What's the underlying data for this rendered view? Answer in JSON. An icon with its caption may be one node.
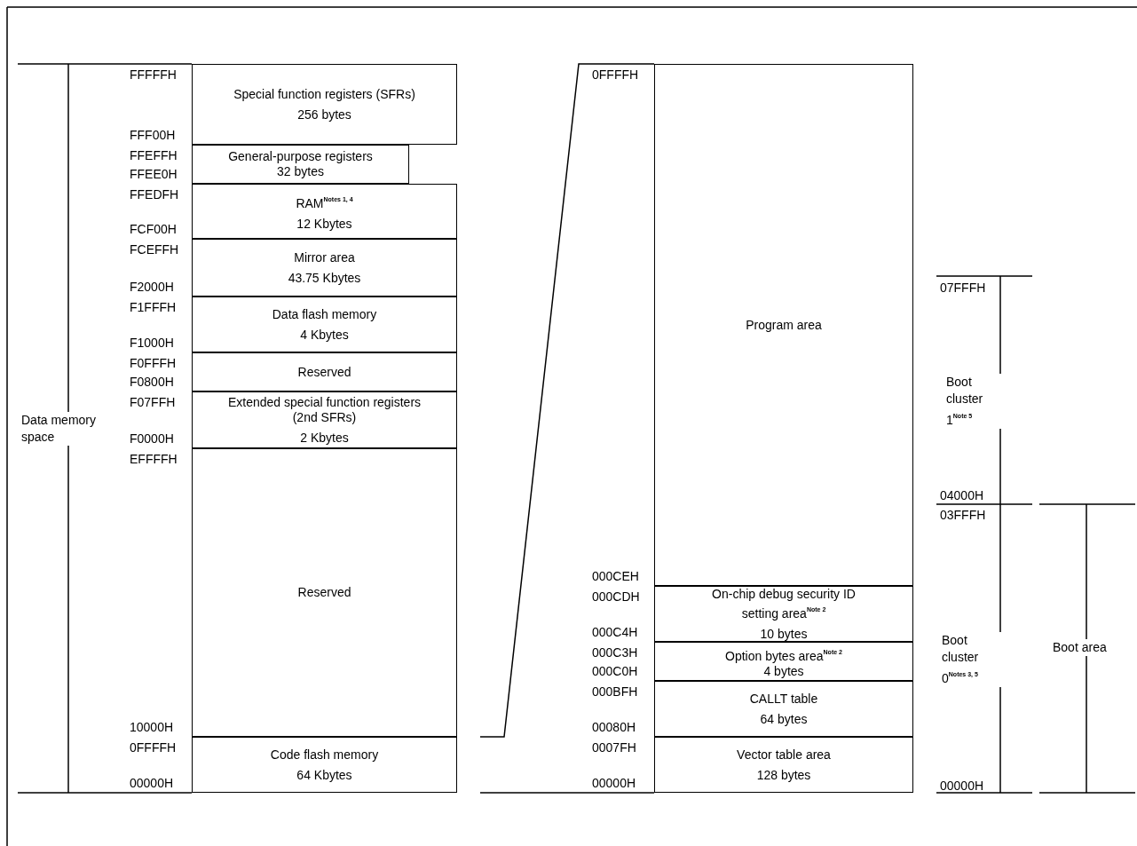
{
  "diagram": {
    "nodes": [
      {
        "text": [
          "Special function registers (SFRs)",
          "256 bytes"
        ],
        "beside": [
          "FFFFFH",
          "FFF00H"
        ]
      },
      {
        "text": [
          "General-purpose registers",
          "32 bytes"
        ],
        "beside": [
          "FFEFFH",
          "FFEE0H"
        ]
      },
      {
        "text": [
          "RAM$^{Notes 1, 4}$",
          "12 Kbytes"
        ],
        "beside": [
          "FFEDFH",
          "FCF00H"
        ]
      },
      {
        "text": [
          "Mirror area",
          "43.75 Kbytes"
        ],
        "beside": [
          "FCEFFH",
          "F2000H"
        ]
      },
      {
        "text": [
          "Data flash memory",
          "4 Kbytes"
        ],
        "beside": [
          "F1FFFH",
          "F1000H"
        ]
      },
      {
        "text": [
          "Reserved"
        ],
        "beside": [
          "F0FFFH",
          "F0800H"
        ]
      },
      {
        "text": [
          "Extended special function registers (2nd SFRs)",
          "2 Kbytes"
        ],
        "beside": [
          "F07FFH",
          "F0000H"
        ]
      },
      {
        "text": [
          "Reserved"
        ],
        "beside": [
          "EFFFFH",
          "10000H"
        ]
      },
      {
        "text": [
          "Code flash memory",
          "64 Kbytes"
        ],
        "beside": [
          "0FFFFH",
          "00000H"
        ]
      },
      {
        "text": [
          "Program area"
        ],
        "beside": [
          "0FFFFH",
          "000CEH"
        ]
      },
      {
        "text": [
          "On-chip debug security ID setting area$^{Note 2}$",
          "10 bytes"
        ],
        "beside": [
          "000CDH",
          "000C4H"
        ]
      },
      {
        "text": [
          "Option bytes area$^{Note 2}$",
          "4 bytes"
        ],
        "beside": [
          "000C3H",
          "000C0H"
        ]
      },
      {
        "text": [
          "CALLT table",
          "64 bytes"
        ],
        "beside": [
          "000BFH",
          "00080H"
        ]
      },
      {
        "text": [
          "Vector table area",
          "128 bytes"
        ],
        "beside": [
          "0007FH",
          "00000H"
        ]
      }
    ],
    "labels": [
      "Data memory space",
      "07FFFH",
      "Boot cluster 1$^{Note 5}$",
      "04000H",
      "03FFFH",
      "Boot cluster 0$^{Notes 3, 5}$",
      "00000H",
      "Boot area"
    ]
  }
}
